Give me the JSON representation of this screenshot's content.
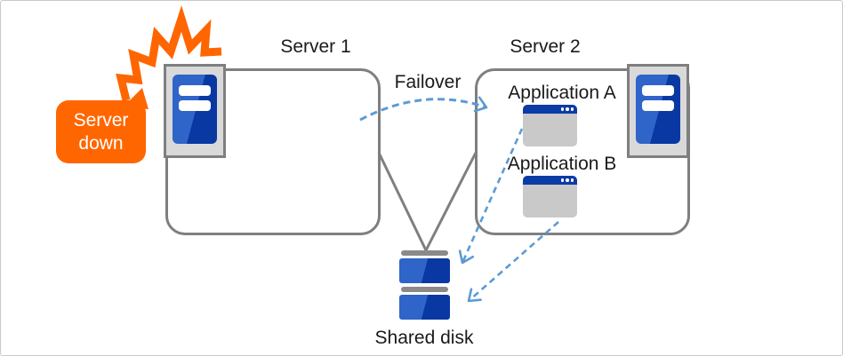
{
  "diagram_type": "failover-cluster-diagram",
  "callout": {
    "text": "Server down"
  },
  "nodes": {
    "server1": {
      "label": "Server 1"
    },
    "server2": {
      "label": "Server 2"
    },
    "app_a": {
      "label": "Application A"
    },
    "app_b": {
      "label": "Application B"
    },
    "shared_disk": {
      "label": "Shared disk"
    }
  },
  "edges": {
    "failover": {
      "label": "Failover",
      "from": "Server 1",
      "to": "Server 2",
      "style": "dashed-arc-arrow"
    },
    "app_a_to_disk": {
      "from": "Application A",
      "to": "Shared disk",
      "style": "dashed-arrow"
    },
    "app_b_to_disk": {
      "from": "Application B",
      "to": "Shared disk",
      "style": "dashed-arrow"
    },
    "server1_to_disk": {
      "from": "Server 1",
      "to": "Shared disk",
      "style": "solid-line"
    },
    "server2_to_disk": {
      "from": "Server 2",
      "to": "Shared disk",
      "style": "solid-line"
    }
  },
  "colors": {
    "accent_orange": "#FF6600",
    "server_blue_light": "#2F64C9",
    "server_blue_dark": "#0A38A3",
    "window_titlebar_blue": "#0B3BA5",
    "arrow_blue": "#5B9BD5",
    "border_grey": "#7F7F7F",
    "panel_grey": "#D9D9D9",
    "window_body_grey": "#C9C9C9",
    "disk_cap_grey": "#8A8A8A",
    "text_black": "#1A1A1A",
    "frame_border": "#C9C9C9"
  }
}
